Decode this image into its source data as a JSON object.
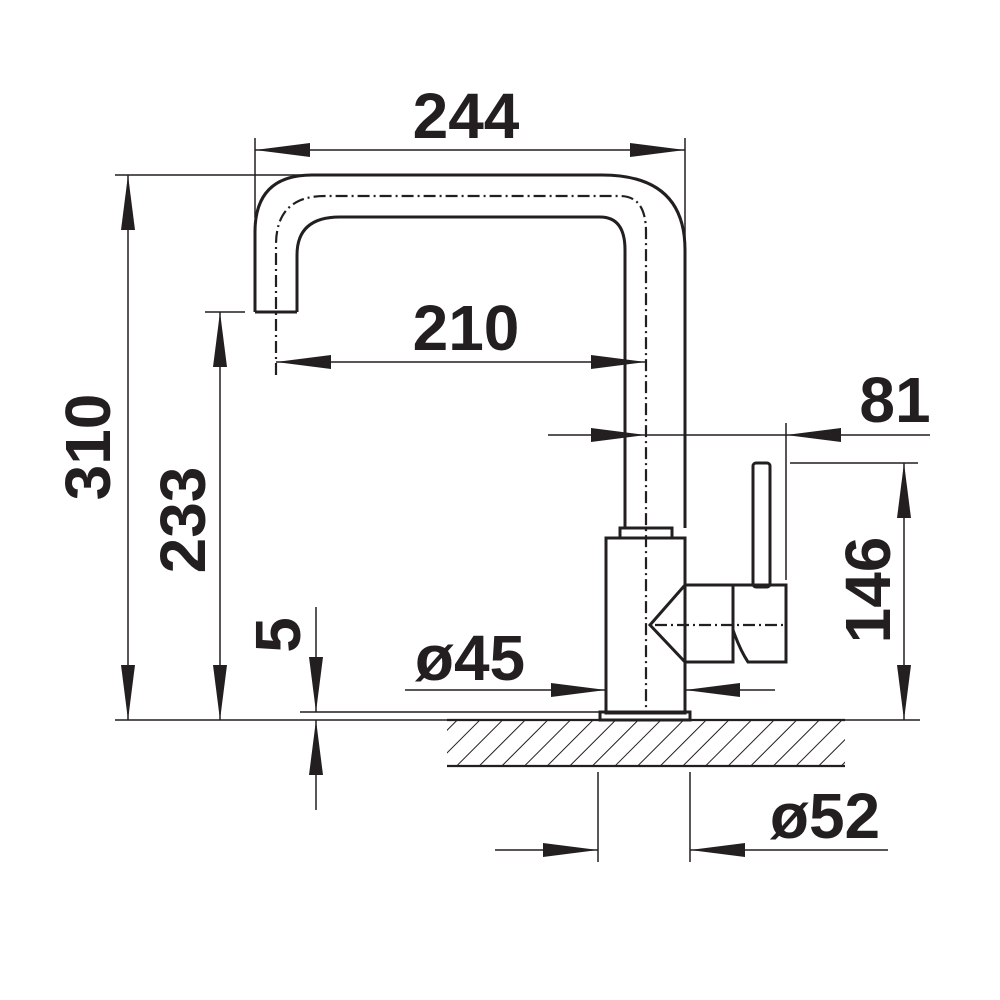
{
  "dimensions": {
    "spout_reach_outer": "244",
    "spout_reach_axis": "210",
    "overall_height": "310",
    "spout_outlet_height": "233",
    "countertop_offset": "5",
    "body_diameter": "ø45",
    "handle_projection": "81",
    "handle_height": "146",
    "mounting_hole_diameter": "ø52"
  },
  "colors": {
    "line": "#231f20",
    "background": "#ffffff"
  }
}
